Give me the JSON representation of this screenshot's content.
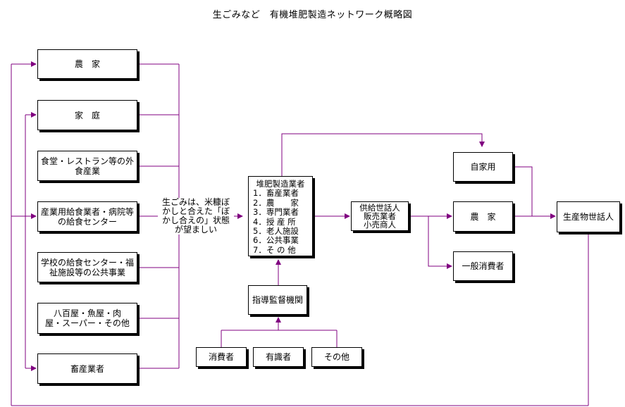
{
  "title": "生ごみなど　有機堆肥製造ネットワーク概略図",
  "sources": [
    [
      "農　家"
    ],
    [
      "家　庭"
    ],
    [
      "食堂・レストラン等の外",
      "食産業"
    ],
    [
      "産業用給食業者・病院等",
      "の給食センター"
    ],
    [
      "学校の給食センター・福",
      "祉施設等の公共事業"
    ],
    [
      "八百屋・魚屋・肉",
      "屋・スーパー・その他"
    ],
    [
      "畜産業者"
    ]
  ],
  "note": [
    "生ごみは、米糠ぼ",
    "かしと合えた「ぼ",
    "かし合えの」状態",
    "が望ましい"
  ],
  "producer": {
    "head": "堆肥製造業者",
    "items": [
      "1．畜産業者",
      "2．農　　家",
      "3．専門業者",
      "4．授 産 所",
      "5．老人施設",
      "6．公共事業",
      "7．そ の 他"
    ]
  },
  "supervisor": "指導監督機関",
  "public": [
    "消費者",
    "有識者",
    "その他"
  ],
  "distributor": [
    "供給世話人",
    "販売業者",
    "小売商人"
  ],
  "outlets": [
    "自家用",
    "農　家",
    "一般消費者"
  ],
  "coordinator": "生産物世話人",
  "colors": {
    "box_border": "#000000",
    "shadow": "#000000",
    "connector": "#800080",
    "arrowhead": "#800080"
  }
}
